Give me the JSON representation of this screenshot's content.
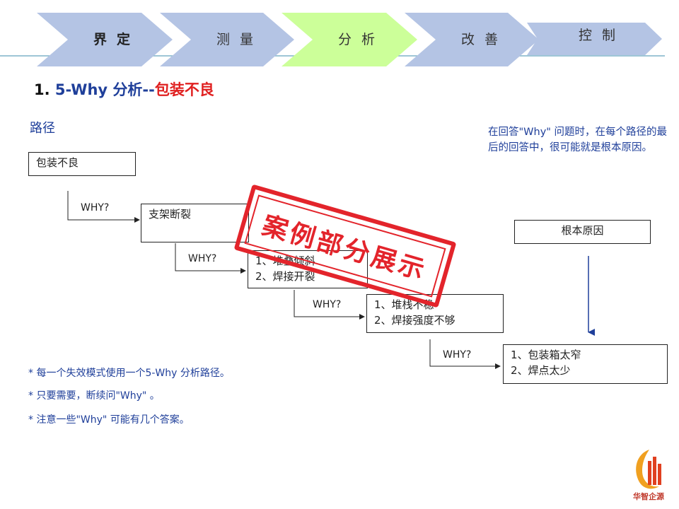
{
  "steps": [
    {
      "label": "界定",
      "active": false,
      "bold": true
    },
    {
      "label": "测量",
      "active": false,
      "bold": false
    },
    {
      "label": "分析",
      "active": true,
      "bold": false
    },
    {
      "label": "改善",
      "active": false,
      "bold": false
    },
    {
      "label": "控制",
      "active": false,
      "bold": false
    }
  ],
  "colors": {
    "chevron": "#b4c4e4",
    "chevron_active": "#ccff99",
    "line": "#7fb3c8",
    "accent_blue": "#1f3f9a",
    "accent_red": "#e02020",
    "stamp": "#e3242b"
  },
  "title": {
    "number": "1.",
    "part1": "5-Why ",
    "part2": "分析--",
    "part3": "包装不良"
  },
  "path_label": "路径",
  "note_top": "在回答\"Why\" 问题时，在每个路径的最后的回答中，很可能就是根本原因。",
  "boxes": {
    "b0": "包装不良",
    "b1": "支架断裂",
    "b2": [
      "1、堆叠倾斜",
      "2、焊接开裂"
    ],
    "b3": [
      "1、堆栈不稳",
      "2、焊接强度不够"
    ],
    "b4": [
      "1、包装箱太窄",
      "2、焊点太少"
    ],
    "root": "根本原因"
  },
  "why_label": "WHY?",
  "notes": [
    "* 每一个失效模式使用一个5-Why 分析路径。",
    "* 只要需要，断续问\"Why\" 。",
    "* 注意一些\"Why\" 可能有几个答案。"
  ],
  "stamp": "案例部分展示",
  "logo": {
    "icon": "company-logo-icon",
    "text": "华智企源"
  }
}
